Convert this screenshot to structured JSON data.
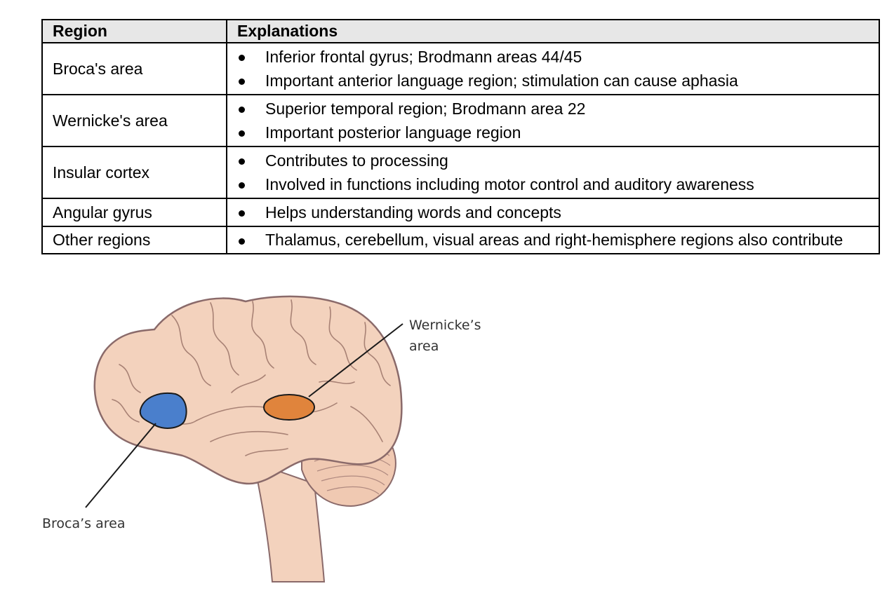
{
  "table": {
    "headers": [
      "Region",
      "Explanations"
    ],
    "rows": [
      {
        "region": "Broca's area",
        "items": [
          "Inferior frontal gyrus; Brodmann areas 44/45",
          "Important anterior language region; stimulation can cause aphasia"
        ]
      },
      {
        "region": "Wernicke's area",
        "items": [
          "Superior temporal region; Brodmann area 22",
          "Important posterior language region"
        ]
      },
      {
        "region": "Insular cortex",
        "items": [
          "Contributes to processing",
          "Involved in functions including motor control and auditory awareness"
        ]
      },
      {
        "region": "Angular gyrus",
        "items": [
          "Helps understanding words and concepts"
        ]
      },
      {
        "region": "Other regions",
        "items": [
          "Thalamus, cerebellum, visual areas and right-hemisphere regions also contribute"
        ]
      }
    ]
  },
  "figure": {
    "wernicke_label": [
      "Wernicke’s",
      "area"
    ],
    "broca_label": "Broca’s area",
    "colors": {
      "broca": "#4a7fcc",
      "wernicke": "#e0843c",
      "brain": "#f3d2bd",
      "outline": "#8a6a6a"
    }
  }
}
